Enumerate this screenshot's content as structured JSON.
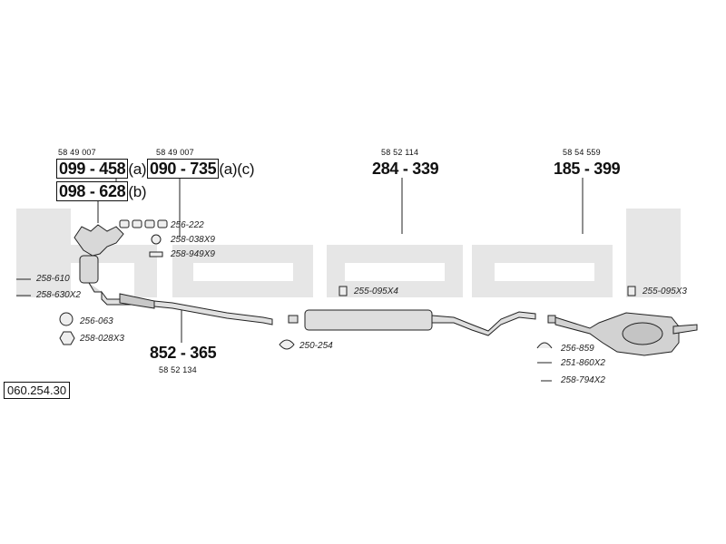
{
  "diagram_id": "060.254.30",
  "watermark": "bosal",
  "parts": {
    "manifold_a": {
      "ref": "58 49 007",
      "number": "099 - 458",
      "suffix": "(a)"
    },
    "manifold_c": {
      "ref": "58 49 007",
      "number": "090 - 735",
      "suffix": "(a)(c)"
    },
    "manifold_b": {
      "number": "098 - 628",
      "suffix": "(b)"
    },
    "front_pipe": {
      "number": "852 - 365",
      "ref": "58 52 134"
    },
    "middle_silencer": {
      "ref": "58 52 114",
      "number": "284 - 339"
    },
    "rear_silencer": {
      "ref": "58 54 559",
      "number": "185 - 399"
    }
  },
  "small_parts": {
    "p1": "256-222",
    "p2": "258-038X9",
    "p3": "258-949X9",
    "p4": "258-610",
    "p5": "258-630X2",
    "p6": "256-063",
    "p7": "258-028X3",
    "p8": "255-095X4",
    "p9": "250-254",
    "p10": "255-095X3",
    "p11": "256-859",
    "p12": "251-860X2",
    "p13": "258-794X2"
  },
  "colors": {
    "watermark": "#e4e4e4",
    "line": "#222222",
    "part_fill": "#dcdcdc"
  }
}
